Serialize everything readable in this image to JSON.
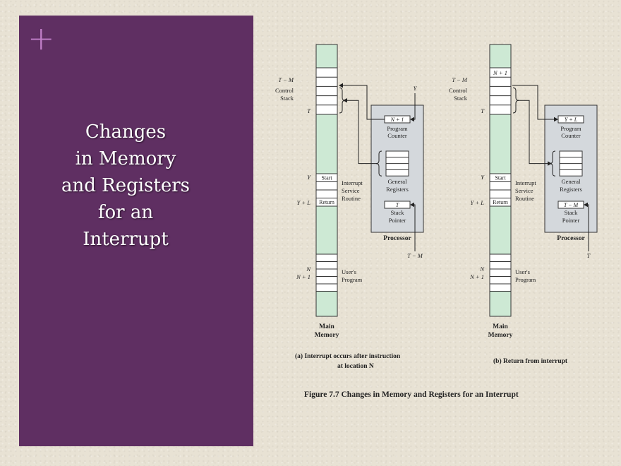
{
  "slide": {
    "plus_symbol": "+",
    "title_lines": [
      "Changes",
      "in Memory",
      "and Registers",
      "for an",
      "Interrupt"
    ]
  },
  "figure": {
    "caption": "Figure 7.7  Changes in Memory and Registers for an Interrupt",
    "colors": {
      "memory_fill": "#cde9d4",
      "processor_fill": "#d4d8dc",
      "cell_fill": "#ffffff"
    },
    "panels": [
      {
        "id": "a",
        "caption_lines": [
          "(a)  Interrupt occurs after instruction",
          "at location N"
        ],
        "labels": {
          "t_minus_m": "T − M",
          "control_stack": [
            "Control",
            "Stack"
          ],
          "t": "T",
          "y": "Y",
          "y_plus_l": "Y + L",
          "n": "N",
          "n_plus_1": "N + 1",
          "start": "Start",
          "return": "Return",
          "isr": [
            "Interrupt",
            "Service",
            "Routine"
          ],
          "users_program": [
            "User's",
            "Program"
          ],
          "main_memory": [
            "Main",
            "Memory"
          ],
          "pc_value": "N + 1",
          "program_counter": [
            "Program",
            "Counter"
          ],
          "general_registers": [
            "General",
            "Registers"
          ],
          "sp_value": "T",
          "stack_pointer": [
            "Stack",
            "Pointer"
          ],
          "processor": "Processor",
          "top_input": "Y",
          "bottom_input": "T − M",
          "stack_top_cell": ""
        }
      },
      {
        "id": "b",
        "caption_lines": [
          "(b)  Return from interrupt"
        ],
        "labels": {
          "t_minus_m": "T − M",
          "control_stack": [
            "Control",
            "Stack"
          ],
          "t": "T",
          "y": "Y",
          "y_plus_l": "Y + L",
          "n": "N",
          "n_plus_1": "N + 1",
          "start": "Start",
          "return": "Return",
          "isr": [
            "Interrupt",
            "Service",
            "Routine"
          ],
          "users_program": [
            "User's",
            "Program"
          ],
          "main_memory": [
            "Main",
            "Memory"
          ],
          "pc_value": "Y + L",
          "program_counter": [
            "Program",
            "Counter"
          ],
          "general_registers": [
            "General",
            "Registers"
          ],
          "sp_value": "T − M",
          "stack_pointer": [
            "Stack",
            "Pointer"
          ],
          "processor": "Processor",
          "top_input": "",
          "bottom_input": "T",
          "stack_top_cell": "N + 1"
        }
      }
    ]
  }
}
